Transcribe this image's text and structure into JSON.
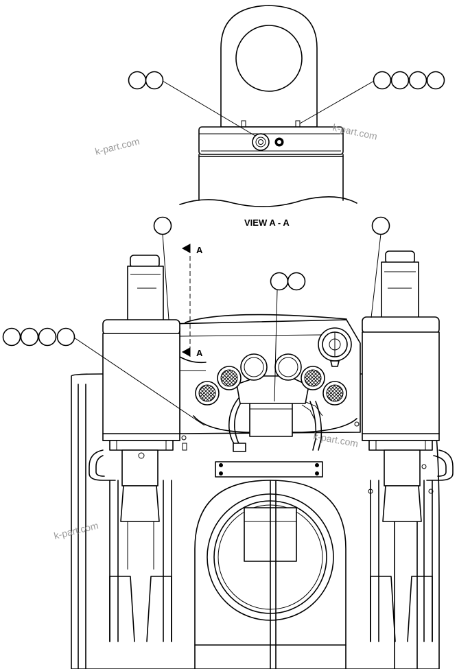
{
  "view_title": "VIEW A - A",
  "section_marker_top": "A",
  "section_marker_bottom": "A",
  "watermarks": [
    "k-part.com",
    "k-part.com",
    "k-part.com",
    "k-part.com"
  ],
  "callout_groups": [
    {
      "id": "top-left",
      "bubbles": [
        "",
        ""
      ]
    },
    {
      "id": "top-right",
      "bubbles": [
        "",
        "",
        "",
        ""
      ]
    },
    {
      "id": "left-upper",
      "bubbles": [
        ""
      ]
    },
    {
      "id": "right-upper",
      "bubbles": [
        ""
      ]
    },
    {
      "id": "center",
      "bubbles": [
        "",
        ""
      ]
    },
    {
      "id": "left-middle",
      "bubbles": [
        "",
        "",
        "",
        ""
      ]
    }
  ]
}
